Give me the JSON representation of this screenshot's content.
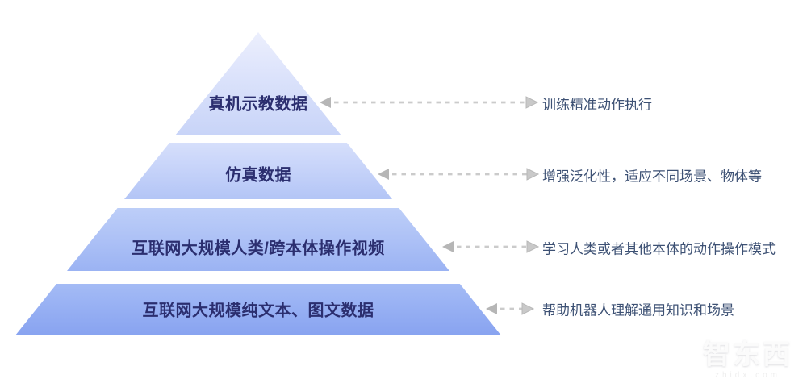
{
  "diagram": {
    "type": "pyramid",
    "layers": [
      {
        "label": "真机示教数据",
        "annotation": "训练精准动作执行"
      },
      {
        "label": "仿真数据",
        "annotation": "增强泛化性，适应不同场景、物体等"
      },
      {
        "label": "互联网大规模人类/跨本体操作视频",
        "annotation": "学习人类或者其他本体的动作操作模式"
      },
      {
        "label": "互联网大规模纯文本、图文数据",
        "annotation": "帮助机器人理解通用知识和场景"
      }
    ],
    "colors": {
      "layer1_top": "#eceffd",
      "layer1_bottom": "#c8d4f8",
      "layer2_top": "#d6dffb",
      "layer2_bottom": "#b3c5f6",
      "layer3_top": "#bdcef8",
      "layer3_bottom": "#9bb3f3",
      "layer4_top": "#a4bbf5",
      "layer4_bottom": "#88a3f0",
      "label_text": "#2b2e6f",
      "annotation_text": "#3d5174",
      "arrow_dash": "#cbcbcb",
      "arrow_head_left": "#b6b6b6",
      "arrow_head_right": "#c9c9c9"
    }
  },
  "watermark": {
    "logo": "智东西",
    "domain": "zhidx.com"
  }
}
